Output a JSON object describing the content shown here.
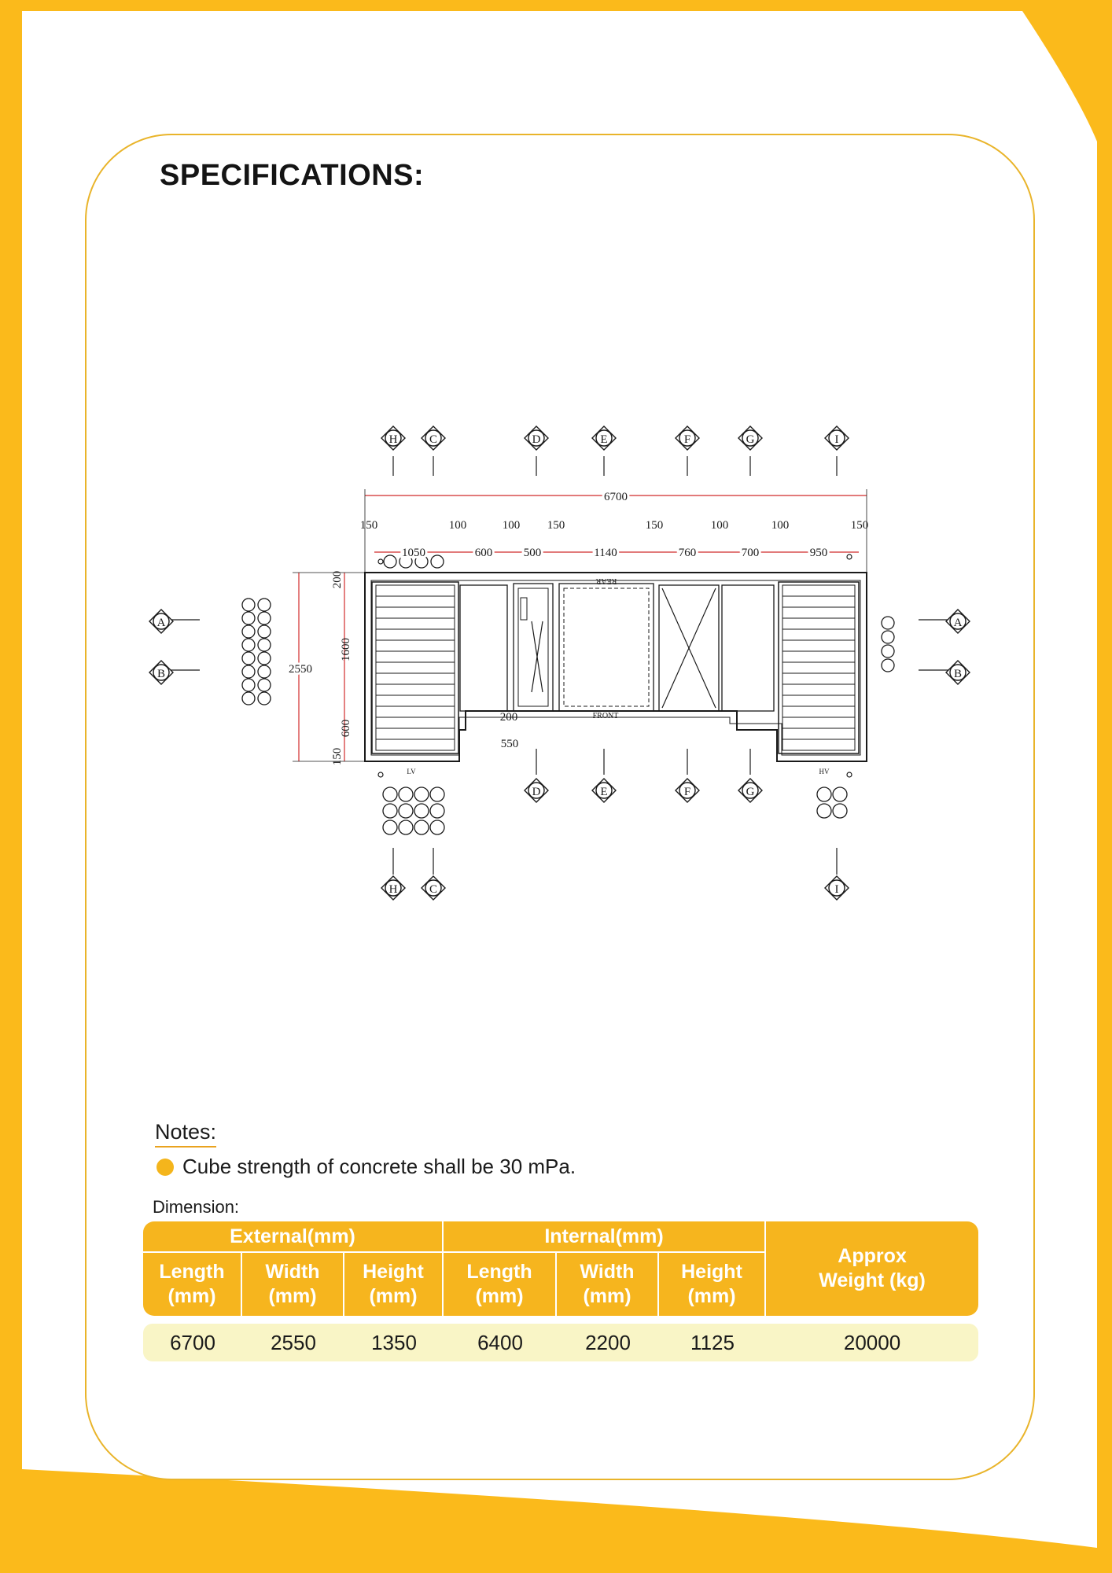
{
  "title": "SPECIFICATIONS:",
  "drawing": {
    "dimensions": {
      "overall_length": "6700",
      "top_offsets": [
        "150",
        "100",
        "100",
        "150",
        "150",
        "100",
        "100",
        "150"
      ],
      "top_segments": [
        "1050",
        "600",
        "500",
        "1140",
        "760",
        "700",
        "950"
      ],
      "overall_width": "2550",
      "left_stack": [
        "200",
        "1600",
        "600",
        "150"
      ],
      "bottom_gap": "200",
      "bottom_depth": "550"
    },
    "labels": {
      "rear": "REAR",
      "front": "FRONT",
      "lv": "LV",
      "hv": "HV"
    },
    "section_markers_top": [
      "H",
      "C",
      "D",
      "E",
      "F",
      "G",
      "I"
    ],
    "section_markers_bottom_mid": [
      "D",
      "E",
      "F",
      "G"
    ],
    "section_markers_bottom_left": [
      "H",
      "C"
    ],
    "section_marker_bottom_right": "I",
    "section_markers_side": [
      "A",
      "B"
    ]
  },
  "notes": {
    "heading": "Notes:",
    "items": [
      "Cube strength of concrete shall be 30 mPa."
    ]
  },
  "dimension_table": {
    "heading": "Dimension:",
    "groups": [
      "External(mm)",
      "Internal(mm)",
      "Approx Weight (kg)"
    ],
    "columns": [
      "Length (mm)",
      "Width (mm)",
      "Height (mm)",
      "Length (mm)",
      "Width (mm)",
      "Height (mm)"
    ],
    "values": [
      "6700",
      "2550",
      "1350",
      "6400",
      "2200",
      "1125",
      "20000"
    ]
  },
  "colors": {
    "accent": "#fbba1b",
    "table_header": "#f6b51e",
    "row_fill": "#f9f5c6"
  }
}
